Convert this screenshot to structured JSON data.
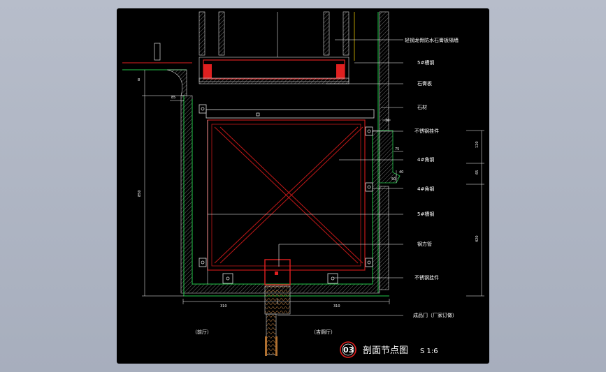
{
  "drawing": {
    "title": "剖面节点图",
    "scale": "S 1:6",
    "number": "03"
  },
  "labels": {
    "l1": "轻钢龙骨防水石膏板隔墙",
    "l2": "5#槽钢",
    "l3": "石膏板",
    "l4": "石材",
    "l5": "不锈钢挂件",
    "l6": "4#角钢",
    "l7": "4#角钢",
    "l8": "5#槽钢",
    "l9": "钢方管",
    "l10": "不锈钢挂件",
    "l11": "成品门（厂家订做）"
  },
  "rooms": {
    "left": "（前厅）",
    "right": "（吉厕厅）"
  },
  "dimensions": {
    "d_left_top": "8",
    "d_left_mid": "85",
    "d_left_big": "850",
    "d_bottom_left": "310",
    "d_bottom_right": "310",
    "d_right_1": "120",
    "d_right_2": "65",
    "d_right_3": "420",
    "d_small_a": "30",
    "d_small_b": "75",
    "d_small_c": "40",
    "d_small_d": "50"
  },
  "colors": {
    "background": "#000000",
    "wall_green": "#22c84a",
    "steel_red": "#e02020",
    "frame_red": "#c01818",
    "hatch_gray": "#9a9a9a",
    "door_brown": "#b07030"
  }
}
